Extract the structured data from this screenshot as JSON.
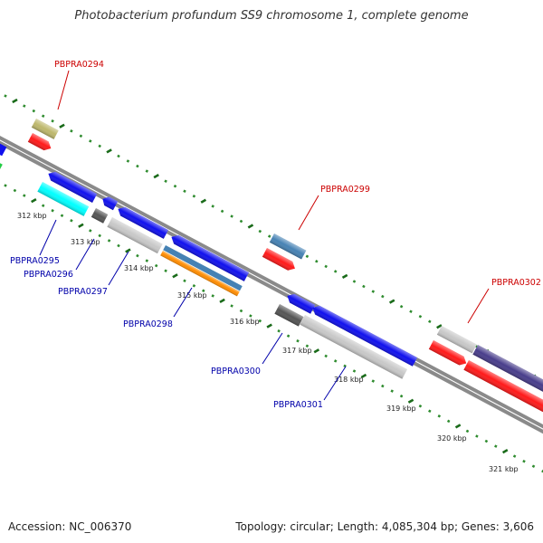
{
  "title": "Photobacterium profundum SS9 chromosome 1, complete genome",
  "accession_text": "Accession: NC_006370",
  "topology_text": "Topology: circular; Length: 4,085,304 bp; Genes: 3,606",
  "colors": {
    "label_top": "#cc0000",
    "label_bottom": "#0000aa",
    "backbone": "#808080",
    "tick_minor": "#2e8b2e",
    "tick_major": "#1a6b1a"
  },
  "ticks": [
    "312 kbp",
    "313 kbp",
    "314 kbp",
    "315 kbp",
    "316 kbp",
    "317 kbp",
    "318 kbp",
    "319 kbp",
    "320 kbp",
    "321 kbp"
  ],
  "genes_top": [
    "PBPRA0294",
    "PBPRA0299",
    "PBPRA0302"
  ],
  "genes_bottom": [
    "PBPRA0295",
    "PBPRA0296",
    "PBPRA0297",
    "PBPRA0298",
    "PBPRA0300",
    "PBPRA0301"
  ]
}
